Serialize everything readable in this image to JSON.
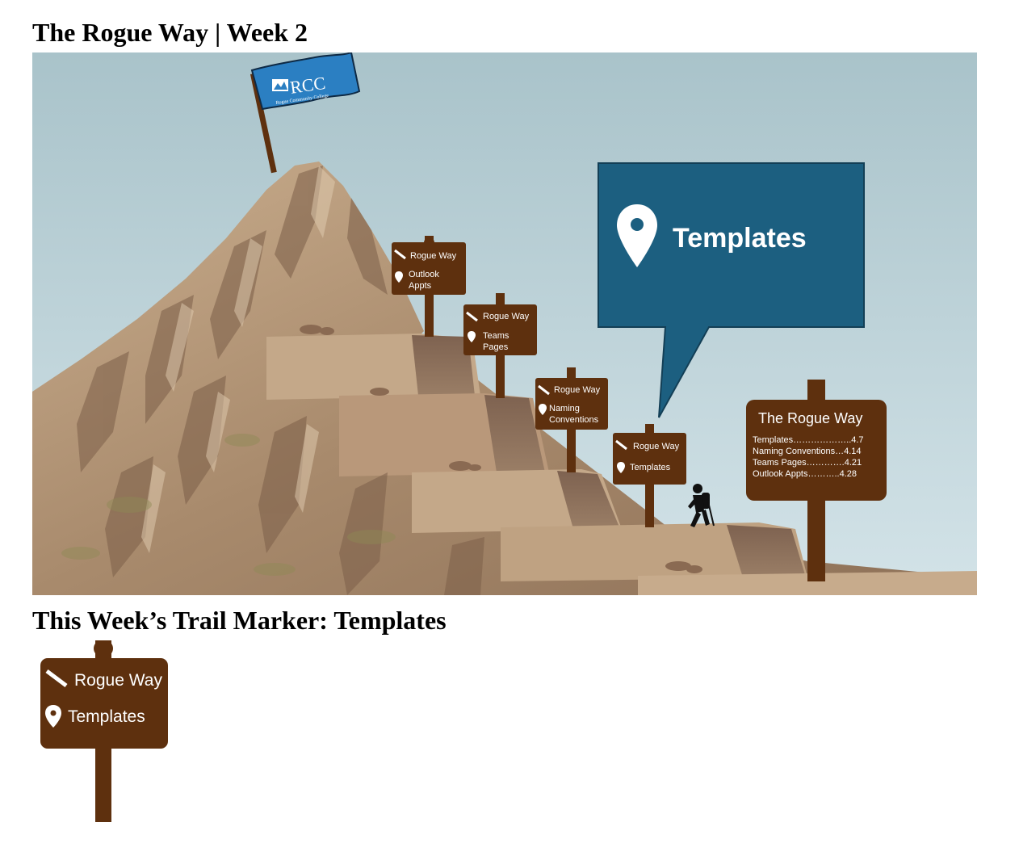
{
  "page": {
    "title": "The Rogue Way | Week 2",
    "subtitle": "This Week’s Trail Marker: Templates"
  },
  "flag": {
    "logo": "RCC",
    "college_name": "Rogue Community College"
  },
  "callout": {
    "icon": "location-pin-icon",
    "label": "Templates"
  },
  "signs": [
    {
      "header": "Rogue Way",
      "lines": [
        "Outlook",
        "Appts"
      ]
    },
    {
      "header": "Rogue Way",
      "lines": [
        "Teams",
        "Pages"
      ]
    },
    {
      "header": "Rogue Way",
      "lines": [
        "Naming",
        "Conventions"
      ]
    },
    {
      "header": "Rogue Way",
      "lines": [
        "Templates"
      ]
    }
  ],
  "schedule": {
    "title": "The Rogue Way",
    "items": [
      "Templates………………..4.7",
      "Naming Conventions…4.14",
      "Teams Pages………….4.21",
      "Outlook Appts………..4.28"
    ]
  },
  "trail_marker": {
    "header": "Rogue Way",
    "label": "Templates"
  },
  "colors": {
    "sign_brown": "#5e300e",
    "callout_blue": "#1c5f80",
    "flag_blue": "#2b7fc2",
    "sky": "#b3ccd4",
    "rock": "#a88a6c"
  }
}
